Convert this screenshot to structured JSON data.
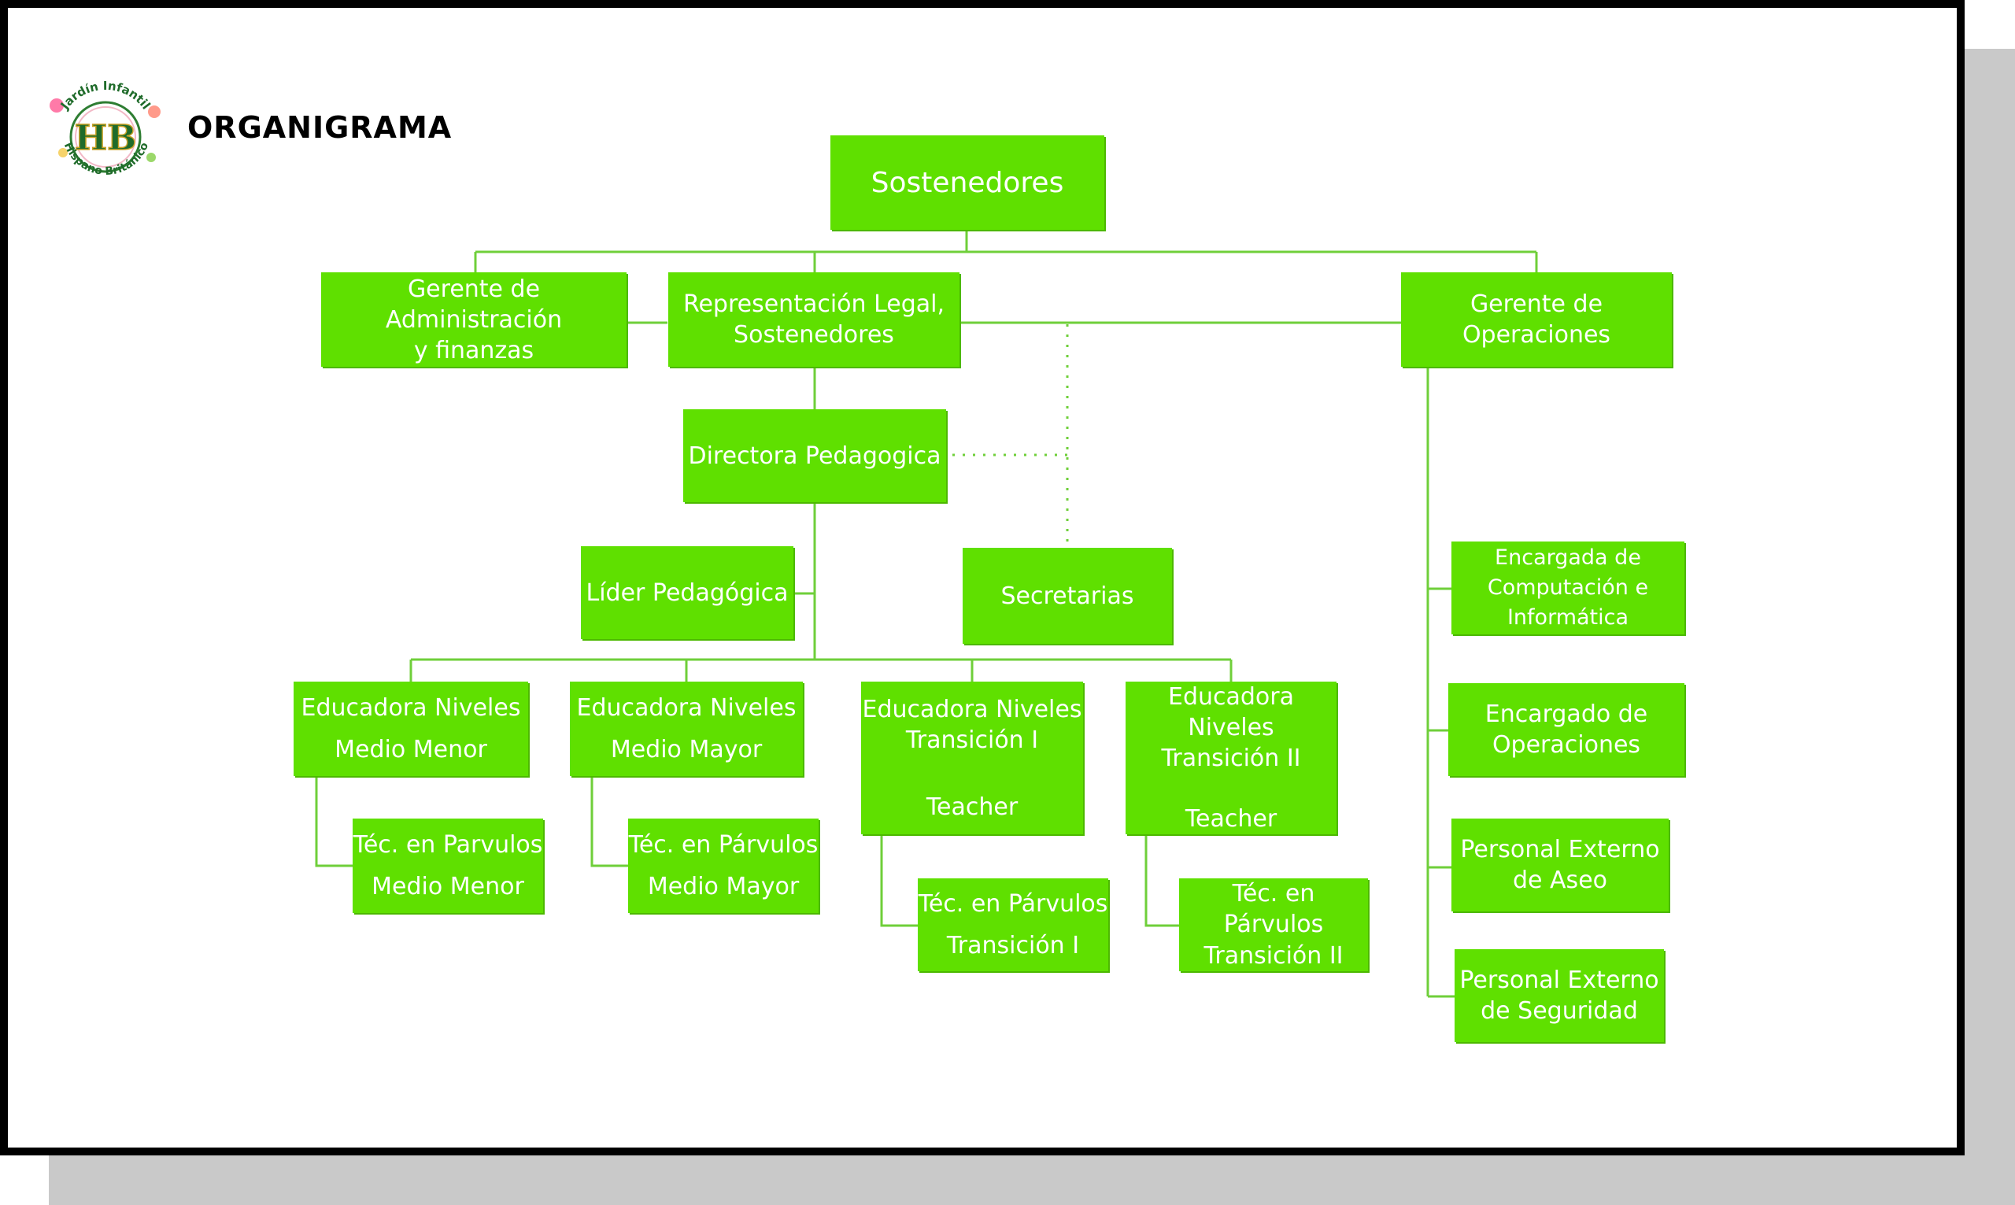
{
  "header": {
    "title": "ORGANIGRAMA"
  },
  "logo": {
    "arc_top": "Jardín Infantil",
    "monogram": "HB",
    "arc_bottom": "Hispano Británico"
  },
  "colors": {
    "box": "#5fe000",
    "line": "#6fcf3a",
    "text": "#ffffff"
  },
  "nodes": {
    "sostenedores": [
      "Sostenedores"
    ],
    "gerente_admin": [
      "Gerente de Administración",
      "y finanzas"
    ],
    "representacion": [
      "Representación Legal,",
      "Sostenedores"
    ],
    "gerente_oper": [
      "Gerente de",
      "Operaciones"
    ],
    "directora": [
      "Directora Pedagogica"
    ],
    "lider": [
      "Líder Pedagógica"
    ],
    "secretarias": [
      "Secretarias"
    ],
    "edu_menor": [
      "Educadora Niveles",
      "Medio Menor"
    ],
    "edu_mayor": [
      "Educadora Niveles",
      "Medio Mayor"
    ],
    "edu_t1": [
      "Educadora Niveles",
      "Transición I",
      "Teacher"
    ],
    "edu_t2": [
      "Educadora Niveles",
      "Transición II",
      "Teacher"
    ],
    "tec_menor": [
      "Téc. en Parvulos",
      "Medio Menor"
    ],
    "tec_mayor": [
      "Téc. en Párvulos",
      "Medio Mayor"
    ],
    "tec_t1": [
      "Téc. en Párvulos",
      "Transición I"
    ],
    "tec_t2": [
      "Téc. en Párvulos",
      "Transición II"
    ],
    "enc_comp": [
      "Encargada de",
      "Computación e",
      "Informática"
    ],
    "enc_oper": [
      "Encargado de",
      "Operaciones"
    ],
    "aseo": [
      "Personal Externo",
      "de Aseo"
    ],
    "seguridad": [
      "Personal Externo",
      "de Seguridad"
    ]
  }
}
